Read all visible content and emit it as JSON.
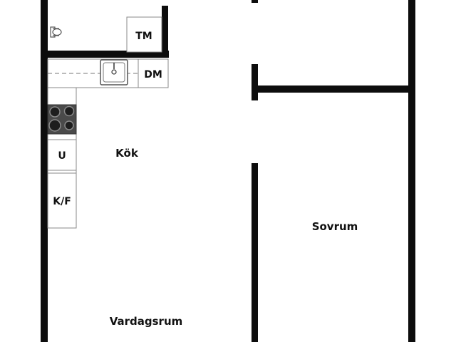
{
  "floorplan": {
    "colors": {
      "wall": "#0d0d0d",
      "fixture_stroke": "#888888",
      "counter_fill": "#ffffff",
      "stove_fill": "#4a4a4a",
      "burner_fill": "#1e1e1e",
      "text": "#111111"
    },
    "rooms": {
      "kitchen": "Kök",
      "living_room": "Vardagsrum",
      "bedroom": "Sovrum"
    },
    "appliances": {
      "washing_machine": "TM",
      "dishwasher": "DM",
      "oven": "U",
      "fridge_freezer": "K/F"
    },
    "icons": [
      "toilet-icon",
      "sink-icon",
      "stove-icon",
      "door-gap"
    ]
  }
}
